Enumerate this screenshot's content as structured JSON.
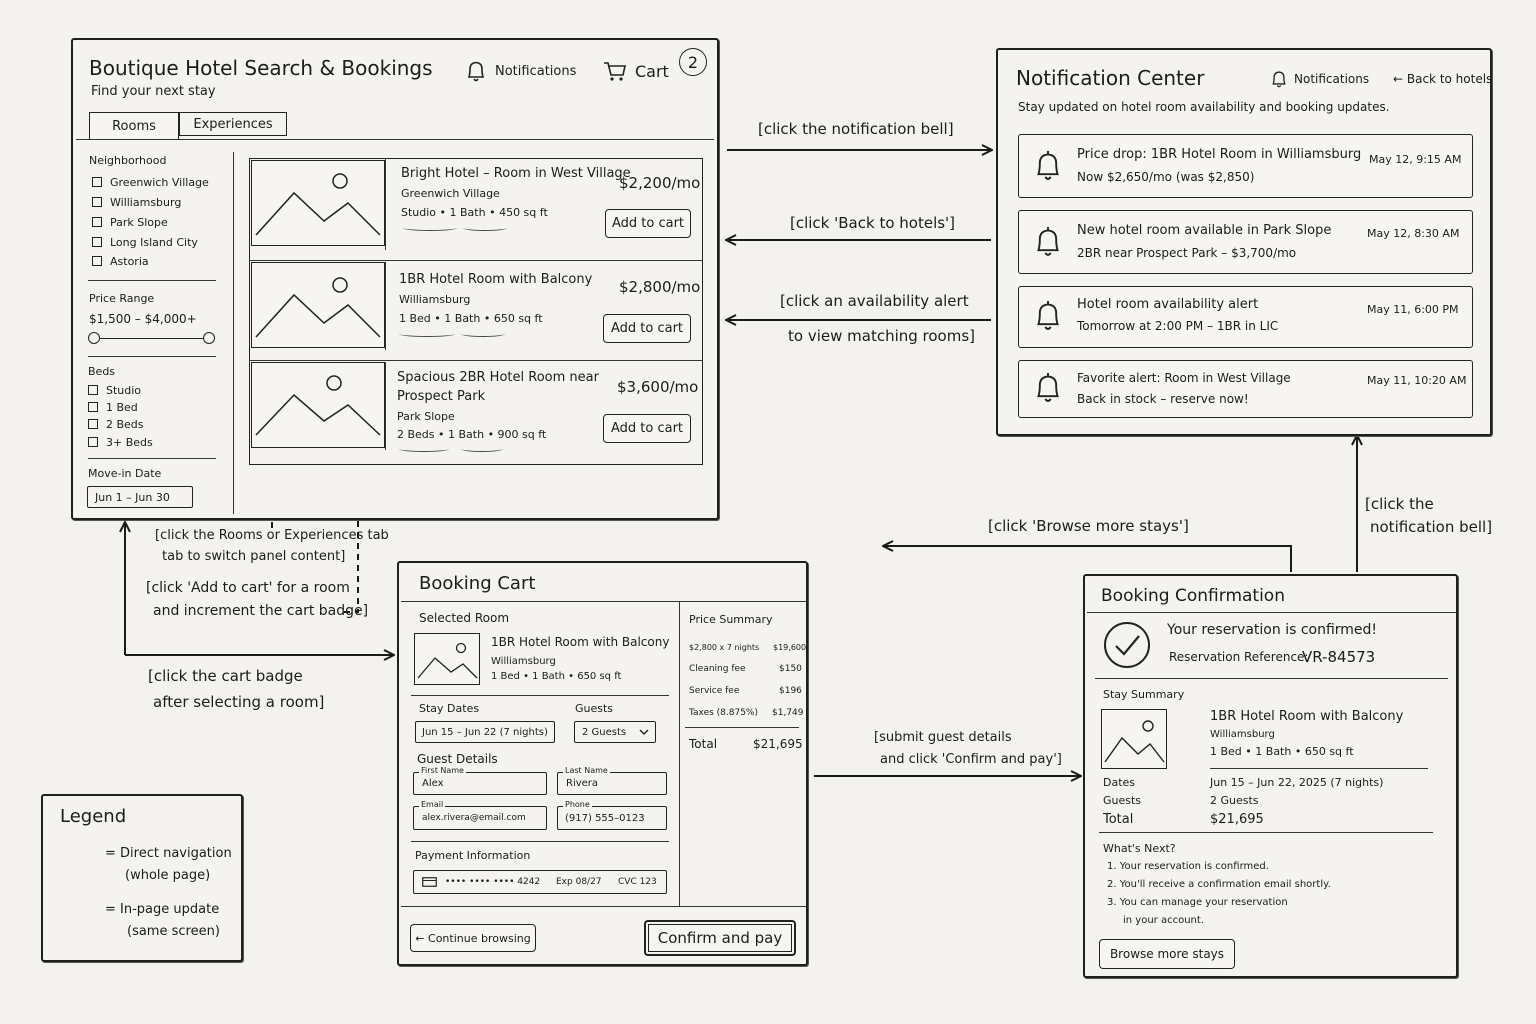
{
  "search": {
    "title": "Boutique Hotel Search & Bookings",
    "subtitle": "Find your next stay",
    "notifications": "Notifications",
    "cart": "Cart",
    "cart_count": "2",
    "tabs": [
      "Rooms",
      "Experiences"
    ],
    "filters": {
      "neighborhood_label": "Neighborhood",
      "neighborhoods": [
        "Greenwich Village",
        "Williamsburg",
        "Park Slope",
        "Long Island City",
        "Astoria"
      ],
      "price_label": "Price Range",
      "price_value": "$1,500 – $4,000+",
      "beds_label": "Beds",
      "beds": [
        "Studio",
        "1 Bed",
        "2 Beds",
        "3+ Beds"
      ],
      "movein_label": "Move-in Date",
      "movein_value": "Jun 1 – Jun 30"
    },
    "listings": [
      {
        "title": "Bright Hotel – Room in West Village",
        "title2": "",
        "neighborhood": "Greenwich Village",
        "specs": "Studio  •  1 Bath  •  450 sq ft",
        "price": "$2,200/mo",
        "button": "Add to cart"
      },
      {
        "title": "1BR Hotel Room with Balcony",
        "title2": "",
        "neighborhood": "Williamsburg",
        "specs": "1 Bed  •  1 Bath  •  650 sq ft",
        "price": "$2,800/mo",
        "button": "Add to cart"
      },
      {
        "title": "Spacious 2BR Hotel Room near",
        "title2": "Prospect Park",
        "neighborhood": "Park Slope",
        "specs": "2 Beds  •  1 Bath  •  900 sq ft",
        "price": "$3,600/mo",
        "button": "Add to cart"
      }
    ]
  },
  "notification_center": {
    "title": "Notification Center",
    "notifications_label": "Notifications",
    "back_label": "← Back to hotels",
    "subtitle": "Stay updated on hotel room availability and booking updates.",
    "items": [
      {
        "line1": "Price drop:  1BR Hotel Room in Williamsburg",
        "line2": "Now $2,650/mo (was $2,850)",
        "time": "May 12, 9:15 AM"
      },
      {
        "line1": "New hotel room available in Park Slope",
        "line2": "2BR near Prospect Park – $3,700/mo",
        "time": "May 12, 8:30 AM"
      },
      {
        "line1": "Hotel room availability alert",
        "line2": "Tomorrow at 2:00 PM – 1BR in LIC",
        "time": "May 11, 6:00 PM"
      },
      {
        "line1": "Favorite alert: Room in West Village",
        "line2": "Back in stock – reserve now!",
        "time": "May 11, 10:20 AM"
      }
    ]
  },
  "cart": {
    "title": "Booking Cart",
    "selected_label": "Selected Room",
    "room_title": "1BR Hotel Room with Balcony",
    "room_neighborhood": "Williamsburg",
    "room_specs": "1 Bed  •  1 Bath  •  650 sq ft",
    "stay_label": "Stay Dates",
    "stay_value": "Jun 15 – Jun 22 (7 nights)",
    "guests_label": "Guests",
    "guests_value": "2 Guests",
    "guest_details_label": "Guest Details",
    "first_name_label": "First Name",
    "first_name_value": "Alex",
    "last_name_label": "Last Name",
    "last_name_value": "Rivera",
    "email_label": "Email",
    "email_value": "alex.rivera@email.com",
    "phone_label": "Phone",
    "phone_value": "(917) 555–0123",
    "payment_label": "Payment Information",
    "card_number": "•••• •••• •••• 4242",
    "card_exp": "Exp 08/27",
    "card_cvc": "CVC 123",
    "continue_label": "← Continue browsing",
    "confirm_label": "Confirm and pay",
    "summary_label": "Price Summary",
    "summary_lines": [
      {
        "label": "$2,800 x 7 nights",
        "value": "$19,600"
      },
      {
        "label": "Cleaning fee",
        "value": "$150"
      },
      {
        "label": "Service fee",
        "value": "$196"
      },
      {
        "label": "Taxes (8.875%)",
        "value": "$1,749"
      }
    ],
    "total_label": "Total",
    "total_value": "$21,695"
  },
  "confirmation": {
    "title": "Booking Confirmation",
    "confirmed_text": "Your reservation is confirmed!",
    "ref_label": "Reservation Reference:",
    "ref_value": "VR-84573",
    "stay_summary_label": "Stay Summary",
    "room_title": "1BR Hotel Room with Balcony",
    "room_neighborhood": "Williamsburg",
    "room_specs": "1 Bed  •  1 Bath  •  650 sq ft",
    "dates_label": "Dates",
    "dates_value": "Jun 15 – Jun 22, 2025 (7 nights)",
    "guests_label": "Guests",
    "guests_value": "2 Guests",
    "total_label": "Total",
    "total_value": "$21,695",
    "next_label": "What's Next?",
    "next_items": [
      "1.  Your reservation is confirmed.",
      "2.  You'll receive a confirmation email shortly.",
      "3.  You can manage your reservation",
      "in your account."
    ],
    "browse_label": "Browse more stays"
  },
  "flows": {
    "bell": "[click the notification bell]",
    "back": "[click 'Back to hotels']",
    "alert1": "[click an availability alert",
    "alert2": "to view matching rooms]",
    "tab1": "[click the Rooms or Experiences tab",
    "tab2": "tab to switch panel content]",
    "add1": "[click 'Add to cart' for a room",
    "add2": "and increment the cart badge]",
    "badge1": "[click the cart badge",
    "badge2": "after selecting a room]",
    "submit1": "[submit guest details",
    "submit2": "and click 'Confirm and pay']",
    "browse": "[click 'Browse more stays']",
    "bell2a": "[click the",
    "bell2b": "notification bell]"
  },
  "legend": {
    "title": "Legend",
    "direct1": "= Direct navigation",
    "direct2": "(whole page)",
    "inpage1": "= In-page update",
    "inpage2": "(same screen)"
  }
}
